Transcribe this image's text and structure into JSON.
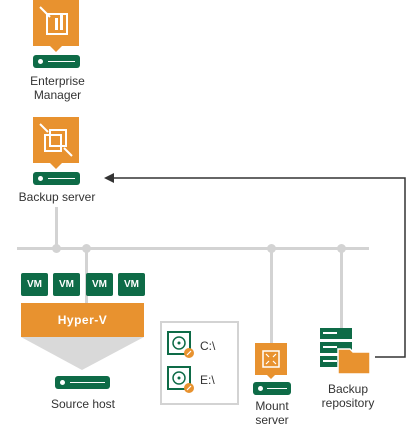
{
  "labels": {
    "enterprise_manager_line1": "Enterprise",
    "enterprise_manager_line2": "Manager",
    "backup_server": "Backup server",
    "hypervisor": "Hyper-V",
    "source_host": "Source host",
    "mount_server_line1": "Mount",
    "mount_server_line2": "server",
    "backup_repository_line1": "Backup",
    "backup_repository_line2": "repository",
    "disk_c": "C:\\",
    "disk_e": "E:\\"
  },
  "vms": [
    "VM",
    "VM",
    "VM",
    "VM"
  ],
  "icons": {
    "enterprise_manager": "enterprise-manager-icon",
    "backup_server": "backup-server-icon",
    "mount_server": "mount-server-icon",
    "backup_repository": "backup-repository-icon",
    "disk": "disk-icon"
  },
  "colors": {
    "accent_orange": "#e8922f",
    "accent_green": "#0e6b47",
    "network_line": "#d3d3d3",
    "arrow_line": "#333333"
  }
}
